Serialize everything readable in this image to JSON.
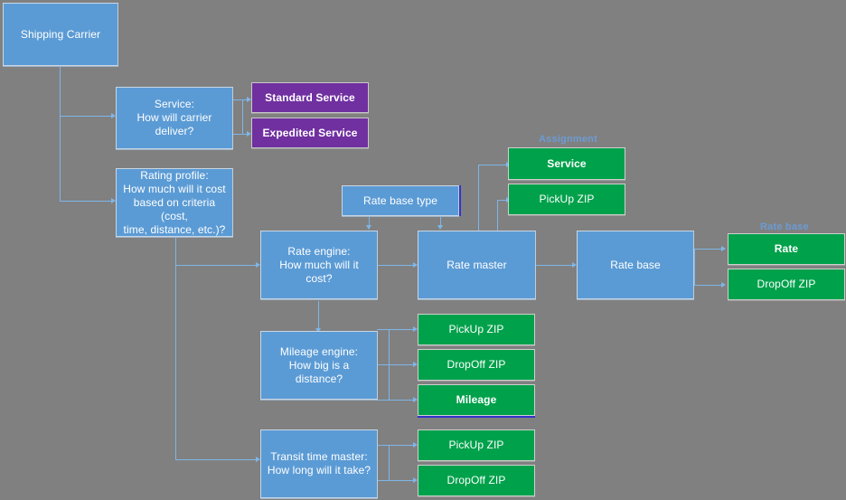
{
  "diagram": {
    "title": "Shipping Carrier rating structure",
    "background_color": "#808080",
    "colors": {
      "blue": "#5b9bd5",
      "purple": "#7030a0",
      "green": "#00a14b",
      "connector": "#7eb6e8",
      "group_label": "#6c9bd2"
    },
    "group_labels": [
      {
        "id": "assignment",
        "text": "Assignment"
      },
      {
        "id": "rate_base",
        "text": "Rate base"
      }
    ],
    "nodes": [
      {
        "id": "shipping_carrier",
        "text": "Shipping Carrier",
        "color": "blue"
      },
      {
        "id": "service_q",
        "text": "Service:\nHow will carrier deliver?",
        "color": "blue"
      },
      {
        "id": "standard_service",
        "text": "Standard Service",
        "color": "purple"
      },
      {
        "id": "expedited_service",
        "text": "Expedited Service",
        "color": "purple"
      },
      {
        "id": "rating_profile",
        "text": "Rating profile:\nHow much will it cost\nbased on criteria (cost,\ntime, distance, etc.)?",
        "color": "blue"
      },
      {
        "id": "rate_base_type",
        "text": "Rate base type",
        "color": "blue"
      },
      {
        "id": "rate_engine",
        "text": "Rate engine:\nHow much will it cost?",
        "color": "blue"
      },
      {
        "id": "rate_master",
        "text": "Rate master",
        "color": "blue"
      },
      {
        "id": "rate_base_node",
        "text": "Rate base",
        "color": "blue"
      },
      {
        "id": "assign_service",
        "text": "Service",
        "color": "green"
      },
      {
        "id": "assign_pickup_zip",
        "text": "PickUp ZIP",
        "color": "green"
      },
      {
        "id": "rate",
        "text": "Rate",
        "color": "green"
      },
      {
        "id": "rb_dropoff_zip",
        "text": "DropOff ZIP",
        "color": "green"
      },
      {
        "id": "mileage_engine",
        "text": "Mileage engine:\nHow big is a distance?",
        "color": "blue"
      },
      {
        "id": "me_pickup_zip",
        "text": "PickUp ZIP",
        "color": "green"
      },
      {
        "id": "me_dropoff_zip",
        "text": "DropOff ZIP",
        "color": "green"
      },
      {
        "id": "mileage",
        "text": "Mileage",
        "color": "green"
      },
      {
        "id": "transit_master",
        "text": "Transit time master:\nHow long will it take?",
        "color": "blue"
      },
      {
        "id": "tt_pickup_zip",
        "text": "PickUp ZIP",
        "color": "green"
      },
      {
        "id": "tt_dropoff_zip",
        "text": "DropOff ZIP",
        "color": "green"
      }
    ]
  }
}
